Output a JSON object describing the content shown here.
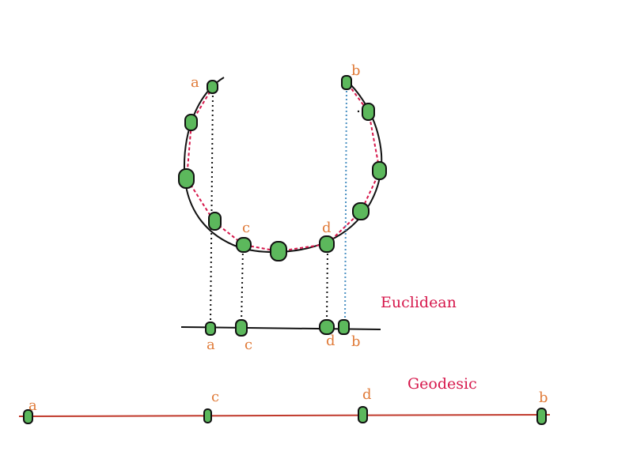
{
  "colors": {
    "background": "#ffffff",
    "ink": "#111111",
    "node_fill": "#5cb85c",
    "node_stroke": "#111111",
    "label": "#e07b39",
    "accent": "#d6174b",
    "geodesic_line": "#c0392b",
    "helper_blue": "#4a90c2"
  },
  "labels": {
    "euclidean": "Euclidean",
    "geodesic": "Geodesic",
    "point_a": "a",
    "point_b": "b",
    "point_c": "c",
    "point_d": "d"
  }
}
